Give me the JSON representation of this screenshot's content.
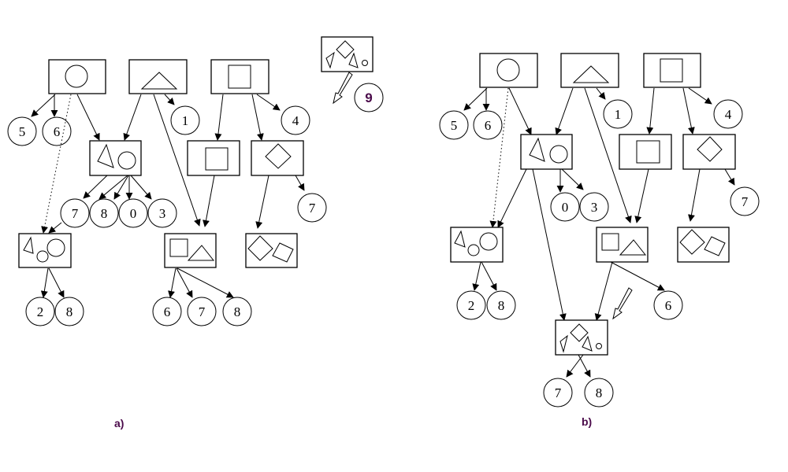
{
  "diagrams": [
    {
      "id": "a",
      "caption": "a)",
      "nodes": {
        "circle_root": {
          "label": "circle",
          "shapes": [
            "circle"
          ]
        },
        "triangle_root": {
          "label": "triangle",
          "shapes": [
            "triangle"
          ]
        },
        "square_root": {
          "label": "square",
          "shapes": [
            "square"
          ]
        },
        "tri_circle": {
          "label": "triangle + circle",
          "shapes": [
            "triangle",
            "circle"
          ]
        },
        "square_child": {
          "label": "square",
          "shapes": [
            "square"
          ]
        },
        "diamond_child": {
          "label": "diamond",
          "shapes": [
            "diamond"
          ]
        },
        "tri_2circles": {
          "label": "triangle + two circles",
          "shapes": [
            "triangle",
            "circle",
            "circle"
          ]
        },
        "square_triangle": {
          "label": "square + triangle",
          "shapes": [
            "square",
            "triangle"
          ]
        },
        "two_diamonds": {
          "label": "two diamonds",
          "shapes": [
            "diamond",
            "diamond"
          ]
        }
      },
      "instances": [
        "5",
        "6",
        "1",
        "4",
        "7",
        "8",
        "0",
        "3",
        "7",
        "2",
        "8",
        "6",
        "7",
        "8"
      ],
      "edges": [
        [
          "circle_root",
          "5"
        ],
        [
          "circle_root",
          "6"
        ],
        [
          "circle_root",
          "tri_circle"
        ],
        [
          "circle_root",
          "tri_2circles",
          "dotted"
        ],
        [
          "triangle_root",
          "tri_circle"
        ],
        [
          "triangle_root",
          "1"
        ],
        [
          "triangle_root",
          "square_triangle"
        ],
        [
          "square_root",
          "square_child"
        ],
        [
          "square_root",
          "4"
        ],
        [
          "square_root",
          "diamond_child"
        ],
        [
          "tri_circle",
          "7"
        ],
        [
          "tri_circle",
          "8"
        ],
        [
          "tri_circle",
          "0"
        ],
        [
          "tri_circle",
          "3"
        ],
        [
          "7",
          "tri_2circles"
        ],
        [
          "square_child",
          "square_triangle"
        ],
        [
          "diamond_child",
          "two_diamonds"
        ],
        [
          "diamond_child",
          "7"
        ],
        [
          "tri_2circles",
          "2"
        ],
        [
          "tri_2circles",
          "8"
        ],
        [
          "square_triangle",
          "6"
        ],
        [
          "square_triangle",
          "7"
        ],
        [
          "square_triangle",
          "8"
        ]
      ],
      "new_object": {
        "label": "two triangles + diamond + small circle",
        "instance": "9"
      }
    },
    {
      "id": "b",
      "caption": "b)",
      "nodes": {
        "circle_root": {
          "label": "circle"
        },
        "triangle_root": {
          "label": "triangle"
        },
        "square_root": {
          "label": "square"
        },
        "tri_circle": {
          "label": "triangle + circle"
        },
        "square_child": {
          "label": "square"
        },
        "diamond_child": {
          "label": "diamond"
        },
        "tri_2circles": {
          "label": "triangle + two circles"
        },
        "square_triangle": {
          "label": "square + triangle"
        },
        "two_diamonds": {
          "label": "two diamonds"
        },
        "merged": {
          "label": "two triangles + diamond + small circle"
        }
      },
      "instances": [
        "5",
        "6",
        "1",
        "4",
        "0",
        "3",
        "7",
        "2",
        "8",
        "6",
        "7",
        "8"
      ]
    }
  ],
  "labels": {
    "a": {
      "n5": "5",
      "n6": "6",
      "n1": "1",
      "n4": "4",
      "n7a": "7",
      "n8a": "8",
      "n0": "0",
      "n3": "3",
      "n7b": "7",
      "n2": "2",
      "n8b": "8",
      "n6b": "6",
      "n7c": "7",
      "n8c": "8",
      "n9": "9",
      "caption": "a)"
    },
    "b": {
      "n5": "5",
      "n6": "6",
      "n1": "1",
      "n4": "4",
      "n0": "0",
      "n3": "3",
      "n7": "7",
      "n2": "2",
      "n8": "8",
      "n6b": "6",
      "n7b": "7",
      "n8b": "8",
      "caption": "b)"
    }
  }
}
